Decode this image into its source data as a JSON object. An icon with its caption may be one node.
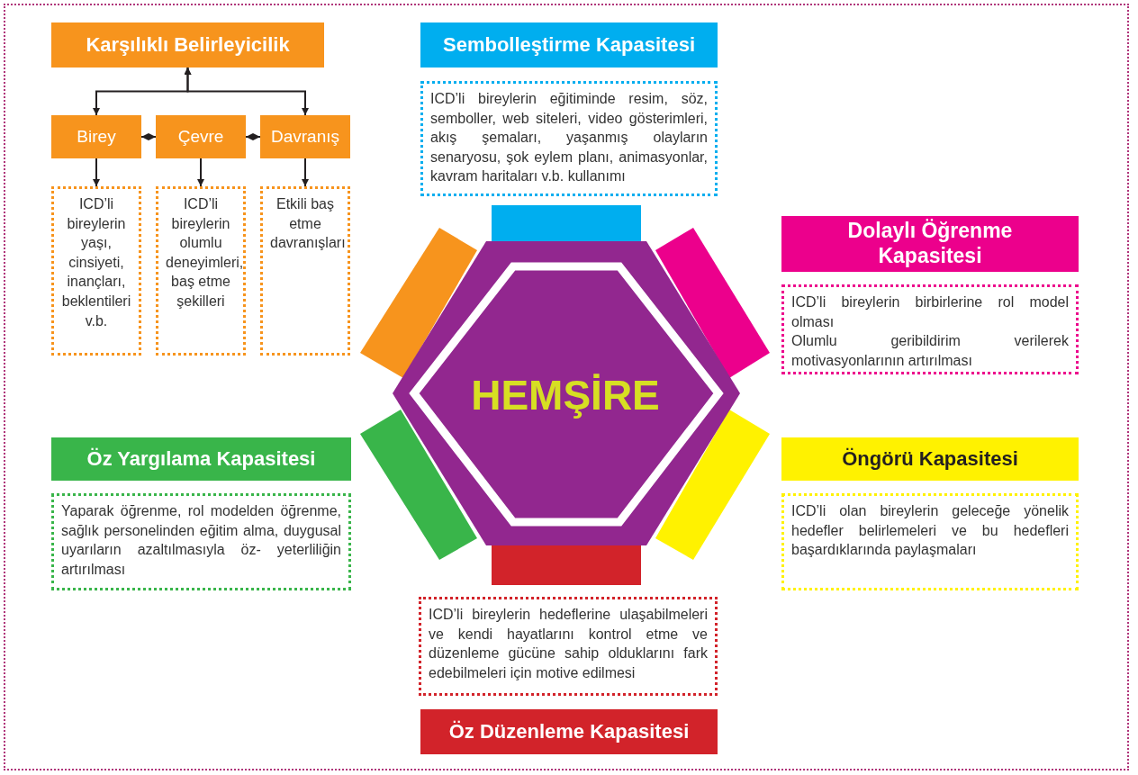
{
  "diagram": {
    "nodes": [
      {
        "text": [
          "Karşılıklı Belirleyicilik"
        ]
      },
      {
        "text": [
          "Sembolleştirme Kapasitesi"
        ]
      },
      {
        "text": [
          "ICD’li bireylerin eğitiminde resim, söz, semboller, web siteleri, video gösterimleri, akış şemaları, yaşanmış olayların senaryosu, şok eylem planı, animasyonlar, kavram haritaları v.b. kullanımı"
        ]
      },
      {
        "text": [
          "Birey"
        ]
      },
      {
        "text": [
          "Çevre"
        ]
      },
      {
        "text": [
          "Davranış"
        ]
      },
      {
        "text": [
          "ICD’li bireylerin yaşı, cinsiyeti, inançları, beklentileri v.b."
        ]
      },
      {
        "text": [
          "ICD’li bireylerin olumlu deneyimleri, baş etme şekilleri"
        ]
      },
      {
        "text": [
          "Etkili baş etme davranışları"
        ]
      },
      {
        "text": [
          "Dolaylı Öğrenme Kapasitesi"
        ]
      },
      {
        "text": [
          "ICD’li bireylerin birbirlerine rol model olması",
          "Olumlu geribildirim verilerek motivasyonlarının artırılması"
        ]
      },
      {
        "text": [
          "HEMŞİRE"
        ]
      },
      {
        "text": [
          "Öz Yargılama Kapasitesi"
        ]
      },
      {
        "text": [
          "Yaparak öğrenme, rol modelden öğrenme, sağlık personelinden eğitim alma, duygusal uyarıların azaltılmasıyla öz- yeterliliğin artırılması"
        ]
      },
      {
        "text": [
          "Öngörü Kapasitesi"
        ]
      },
      {
        "text": [
          "ICD’li olan bireylerin geleceğe yönelik hedefler belirlemeleri ve bu hedefleri başardıklarında paylaşmaları"
        ]
      },
      {
        "text": [
          "ICD’li bireylerin hedeflerine ulaşabilmeleri ve kendi hayatlarını kontrol etme ve düzenleme gücüne sahip olduklarını fark edebilmeleri için motive edilmesi"
        ]
      },
      {
        "text": [
          "Öz Düzenleme Kapasitesi"
        ]
      }
    ],
    "edges": [
      {
        "from": 0,
        "to": 3,
        "arrow": "both"
      },
      {
        "from": 0,
        "to": 5,
        "arrow": "both"
      },
      {
        "from": 3,
        "to": 4,
        "arrow": "both"
      },
      {
        "from": 4,
        "to": 5,
        "arrow": "both"
      },
      {
        "from": 3,
        "to": 6,
        "arrow": "to"
      },
      {
        "from": 4,
        "to": 7,
        "arrow": "to"
      },
      {
        "from": 5,
        "to": 8,
        "arrow": "to"
      }
    ]
  }
}
